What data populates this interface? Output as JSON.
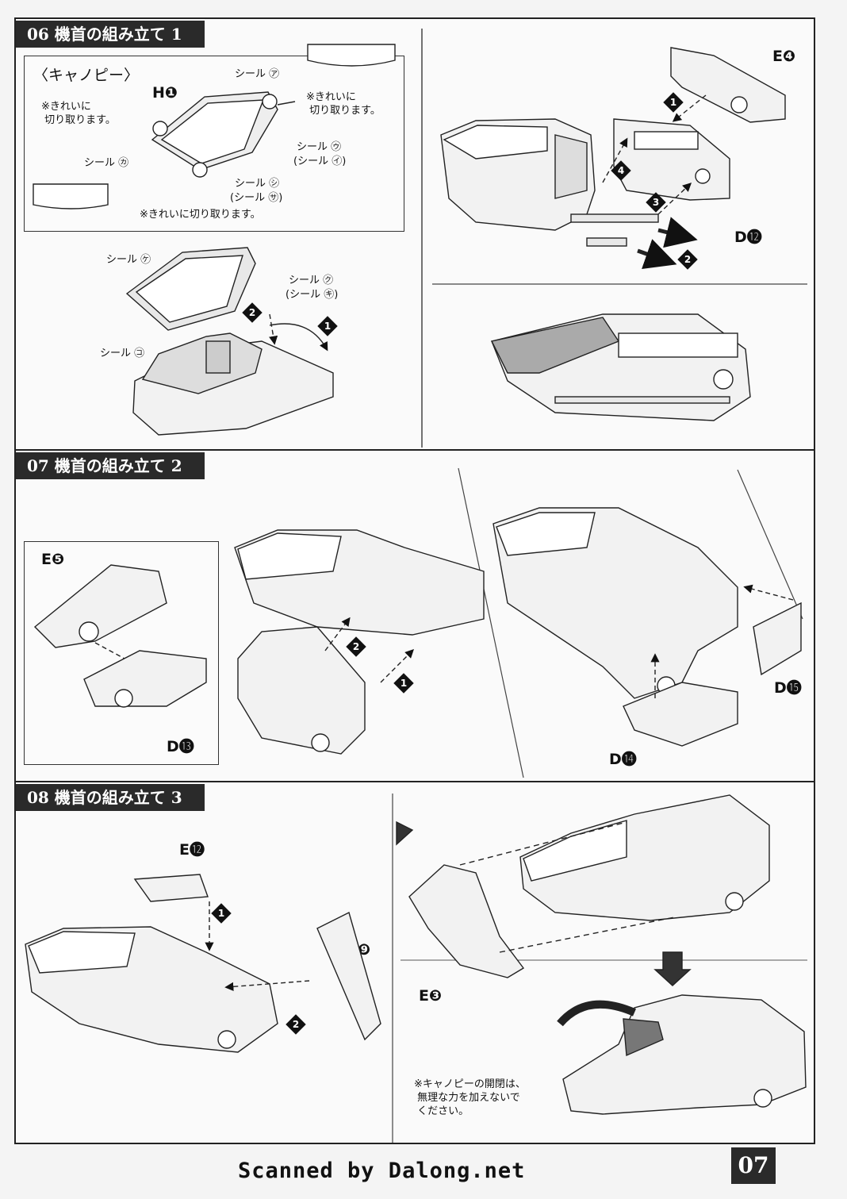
{
  "sections": [
    {
      "title": "06 機首の組み立て 1"
    },
    {
      "title": "07 機首の組み立て 2"
    },
    {
      "title": "08 機首の組み立て 3"
    }
  ],
  "s06": {
    "canopy_title": "〈キャノピー〉",
    "part_h": "H❶",
    "seal_a": "シール ㋐",
    "note_clean_right": "※きれいに\n 切り取ります。",
    "note_clean_left": "※きれいに\n 切り取ります。",
    "seal_u": "シール ㋒",
    "seal_i": "(シール ㋑)",
    "seal_ka": "シール ㋕",
    "seal_shi": "シール ㋛",
    "seal_sa": "(シール ㋚)",
    "note_clean_bottom": "※きれいに切り取ります。",
    "seal_ke": "シール ㋘",
    "seal_ku": "シール ㋗",
    "seal_ki": "(シール ㋖)",
    "seal_ko": "シール ㋙",
    "part_e4": "E❹",
    "part_d12": "D⓬"
  },
  "s07": {
    "part_e5": "E❺",
    "part_d13": "D⓭",
    "part_d15": "D⓯",
    "part_d14": "D⓮"
  },
  "s08": {
    "part_e12": "E⓬",
    "part_e9": "E❾",
    "part_e3": "E❸",
    "note_canopy": "※キャノピーの開閉は、\n 無理な力を加えないで\n ください。"
  },
  "footer": {
    "credit": "Scanned by Dalong.net",
    "page_number": "07"
  }
}
